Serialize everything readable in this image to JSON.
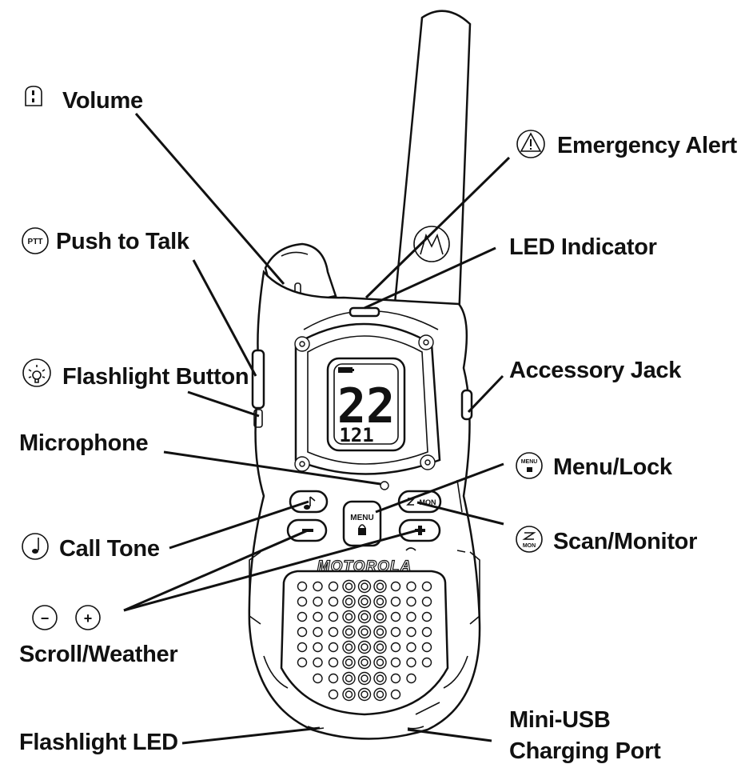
{
  "labels": {
    "volume": "Volume",
    "emergency_alert": "Emergency Alert",
    "push_to_talk": "Push to Talk",
    "led_indicator": "LED Indicator",
    "flashlight_button": "Flashlight Button",
    "accessory_jack": "Accessory Jack",
    "microphone": "Microphone",
    "menu_lock": "Menu/Lock",
    "call_tone": "Call Tone",
    "scan_monitor": "Scan/Monitor",
    "scroll_weather": "Scroll/Weather",
    "flashlight_led": "Flashlight LED",
    "mini_usb_line1": "Mini-USB",
    "mini_usb_line2": "Charging Port"
  },
  "icons": {
    "ptt_text": "PTT",
    "menu_text": "MENU",
    "mon_text": "MON",
    "minus": "−",
    "plus": "+"
  },
  "device": {
    "display_channel": "22",
    "display_code": "121",
    "brand": "MOTOROLA",
    "menu_button_label": "MENU",
    "mon_button_label": "MON"
  }
}
